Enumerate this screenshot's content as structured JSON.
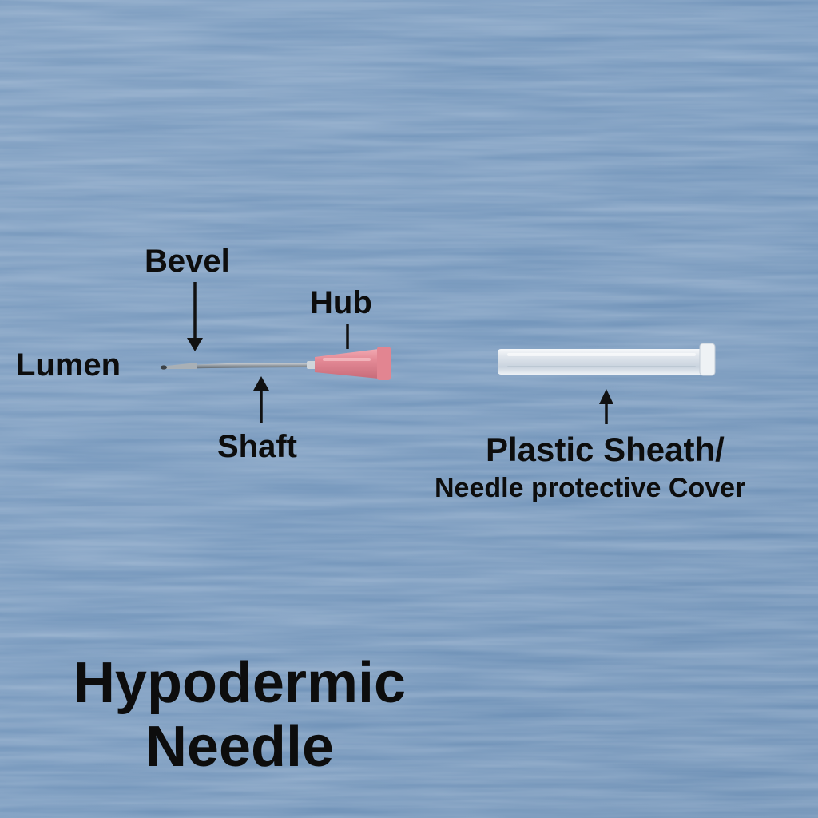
{
  "labels": {
    "bevel": "Bevel",
    "hub": "Hub",
    "lumen": "Lumen",
    "shaft": "Shaft",
    "sheath": "Plastic Sheath/",
    "cover": "Needle protective Cover"
  },
  "title": {
    "line1": "Hypodermic",
    "line2": "Needle"
  },
  "colors": {
    "background": "#7899bd",
    "hub": "#e48a96",
    "needle": "#9aa2a8",
    "sheath": "#e8ecf0",
    "text": "#0d0d0d"
  }
}
